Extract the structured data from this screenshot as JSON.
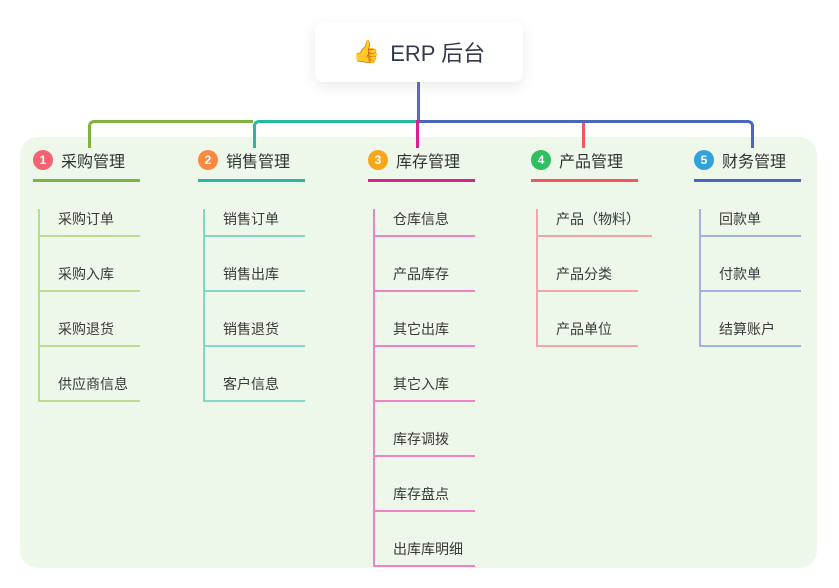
{
  "root": {
    "icon": "👍",
    "label": "ERP 后台"
  },
  "branches": [
    {
      "index": "1",
      "title": "采购管理",
      "badge_color": "#f56270",
      "line_color": "#7fb33f",
      "sub_line_color": "#b9dc8e",
      "children": [
        "采购订单",
        "采购入库",
        "采购退货",
        "供应商信息"
      ]
    },
    {
      "index": "2",
      "title": "销售管理",
      "badge_color": "#fb8a3f",
      "line_color": "#26b8a5",
      "sub_line_color": "#84d7ca",
      "children": [
        "销售订单",
        "销售出库",
        "销售退货",
        "客户信息"
      ]
    },
    {
      "index": "3",
      "title": "库存管理",
      "badge_color": "#f9a61a",
      "line_color": "#d6218e",
      "sub_line_color": "#f083c3",
      "children": [
        "仓库信息",
        "产品库存",
        "其它出库",
        "其它入库",
        "库存调拨",
        "库存盘点",
        "出库库明细"
      ]
    },
    {
      "index": "4",
      "title": "产品管理",
      "badge_color": "#2fbe60",
      "line_color": "#f5555f",
      "sub_line_color": "#f8a3a8",
      "children": [
        "产品（物料）",
        "产品分类",
        "产品单位"
      ]
    },
    {
      "index": "5",
      "title": "财务管理",
      "badge_color": "#30a3dd",
      "line_color": "#4a66c0",
      "sub_line_color": "#9db3e2",
      "children": [
        "回款单",
        "付款单",
        "结算账户"
      ]
    }
  ],
  "colors": {
    "canvas_bg": "#ffffff",
    "panel_bg": "#edf7ea",
    "root_line": "#5b68c2",
    "root_text": "#333a4d",
    "title_text": "#333333",
    "item_text": "#3a3a3a"
  }
}
